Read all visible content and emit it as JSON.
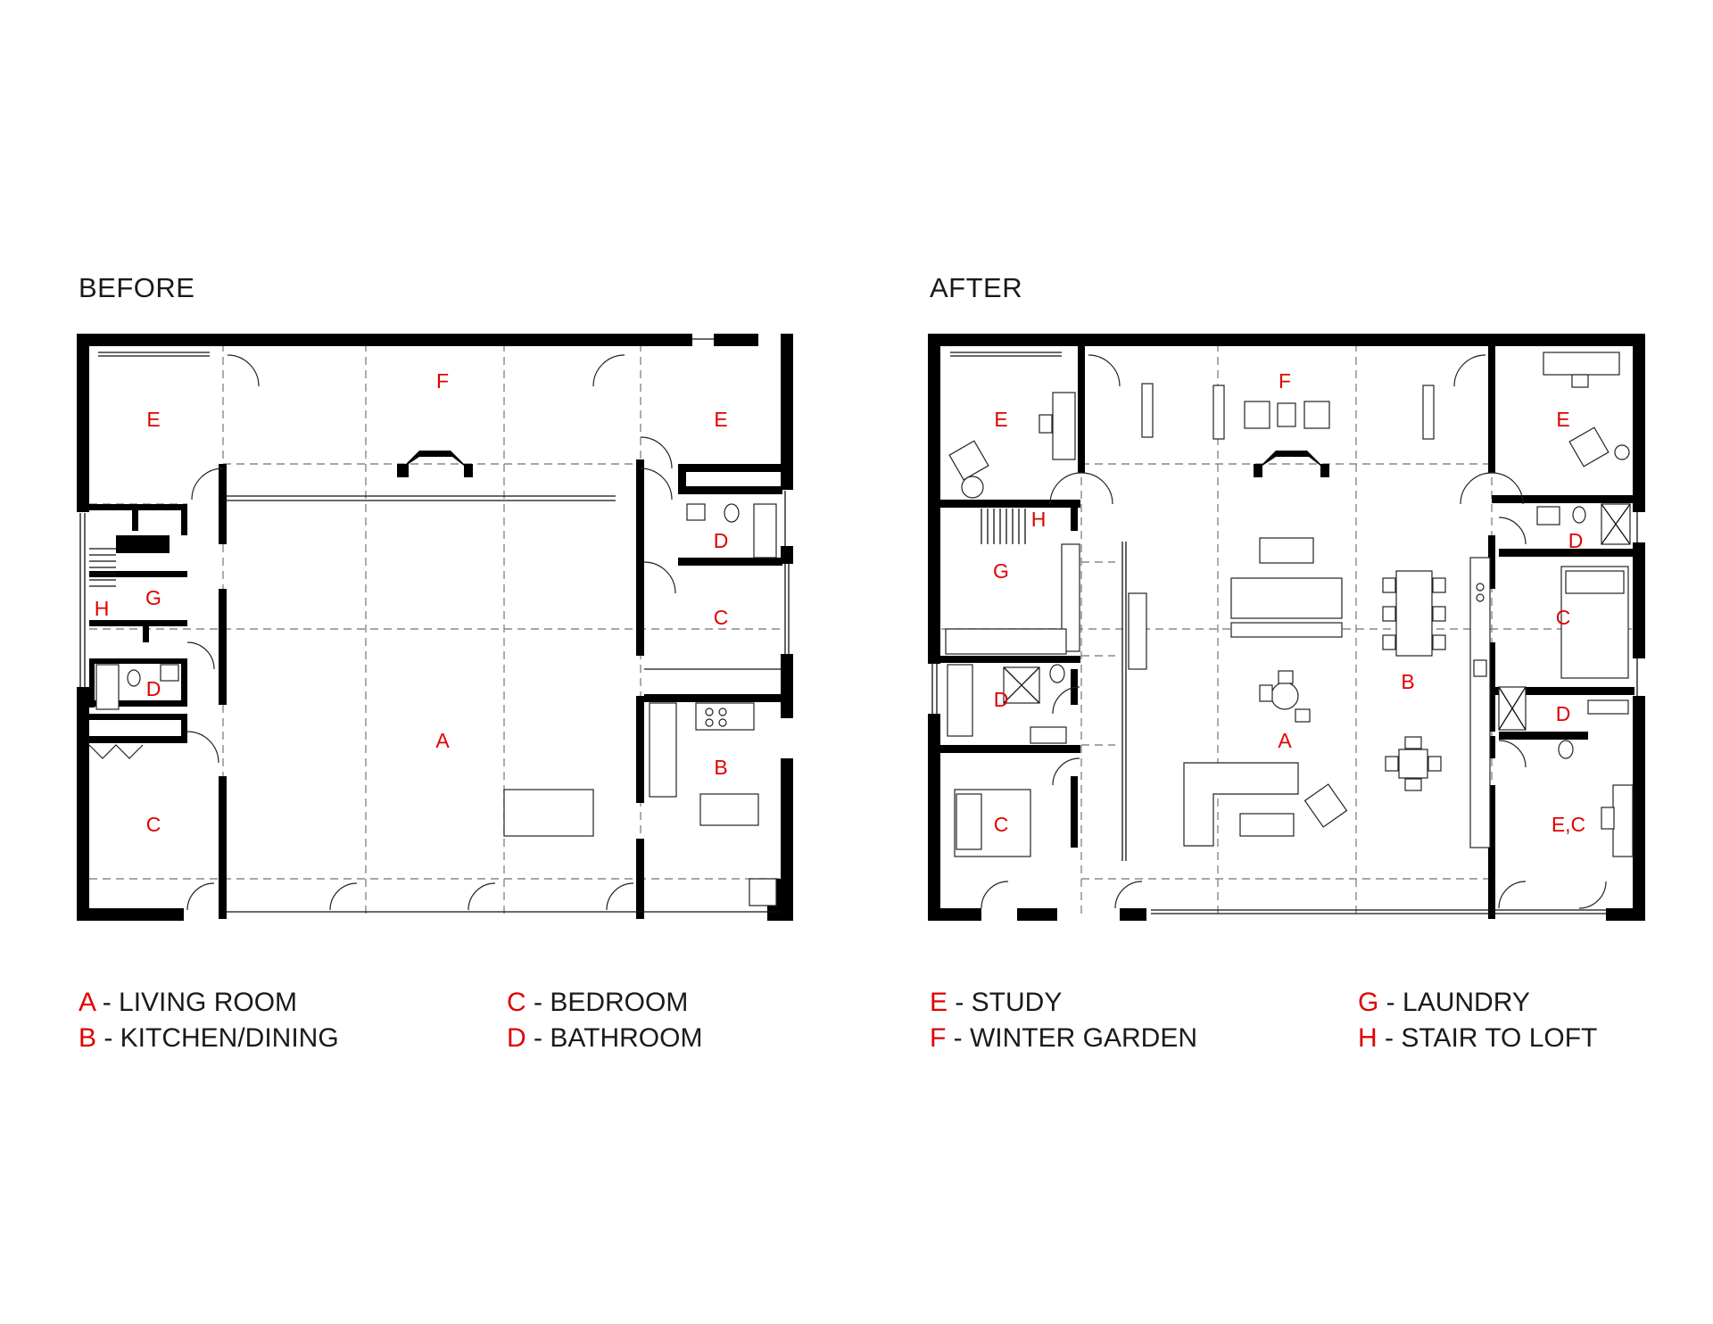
{
  "before": {
    "title": "BEFORE",
    "labels": [
      "E",
      "F",
      "E",
      "G",
      "H",
      "D",
      "D",
      "C",
      "C",
      "A",
      "B"
    ]
  },
  "after": {
    "title": "AFTER",
    "labels": [
      "E",
      "F",
      "E",
      "H",
      "G",
      "D",
      "D",
      "D",
      "C",
      "C",
      "A",
      "B",
      "E,C"
    ]
  },
  "legend": [
    {
      "key": "A",
      "text": " - LIVING ROOM"
    },
    {
      "key": "B",
      "text": " - KITCHEN/DINING"
    },
    {
      "key": "C",
      "text": " - BEDROOM"
    },
    {
      "key": "D",
      "text": " - BATHROOM"
    },
    {
      "key": "E",
      "text": " - STUDY"
    },
    {
      "key": "F",
      "text": " - WINTER GARDEN"
    },
    {
      "key": "G",
      "text": " - LAUNDRY"
    },
    {
      "key": "H",
      "text": " - STAIR TO LOFT"
    }
  ],
  "colors": {
    "label": "#e00000",
    "wall": "#000000",
    "text": "#1a1a1a"
  }
}
